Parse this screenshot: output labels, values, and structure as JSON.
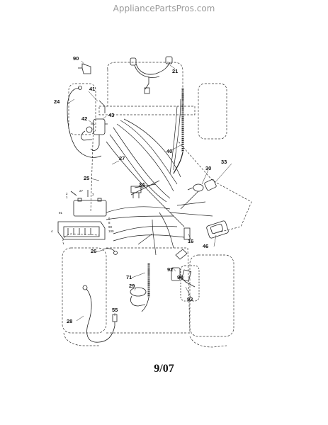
{
  "header": {
    "watermark": "AppliancePartsPros.com"
  },
  "footer": {
    "date_code": "9/07"
  },
  "callouts": {
    "c90": "90",
    "c21": "21",
    "c24": "24",
    "c41": "41",
    "c42": "42",
    "c43": "43",
    "c40": "40",
    "c27a": "27",
    "c33": "33",
    "c30": "30",
    "c25": "25",
    "c34": "34",
    "c16": "16",
    "c46": "46",
    "c26": "26",
    "c71": "71",
    "c92": "92",
    "c94": "94",
    "c29": "29",
    "c93": "93",
    "c55": "55",
    "c28": "28"
  },
  "battery_labels": {
    "b27": "27",
    "b2": "2",
    "b1": "1",
    "b3": "3",
    "b91": "91",
    "b4": "4",
    "b6": "6",
    "b8": "8",
    "b90": "90",
    "b100": "100"
  }
}
